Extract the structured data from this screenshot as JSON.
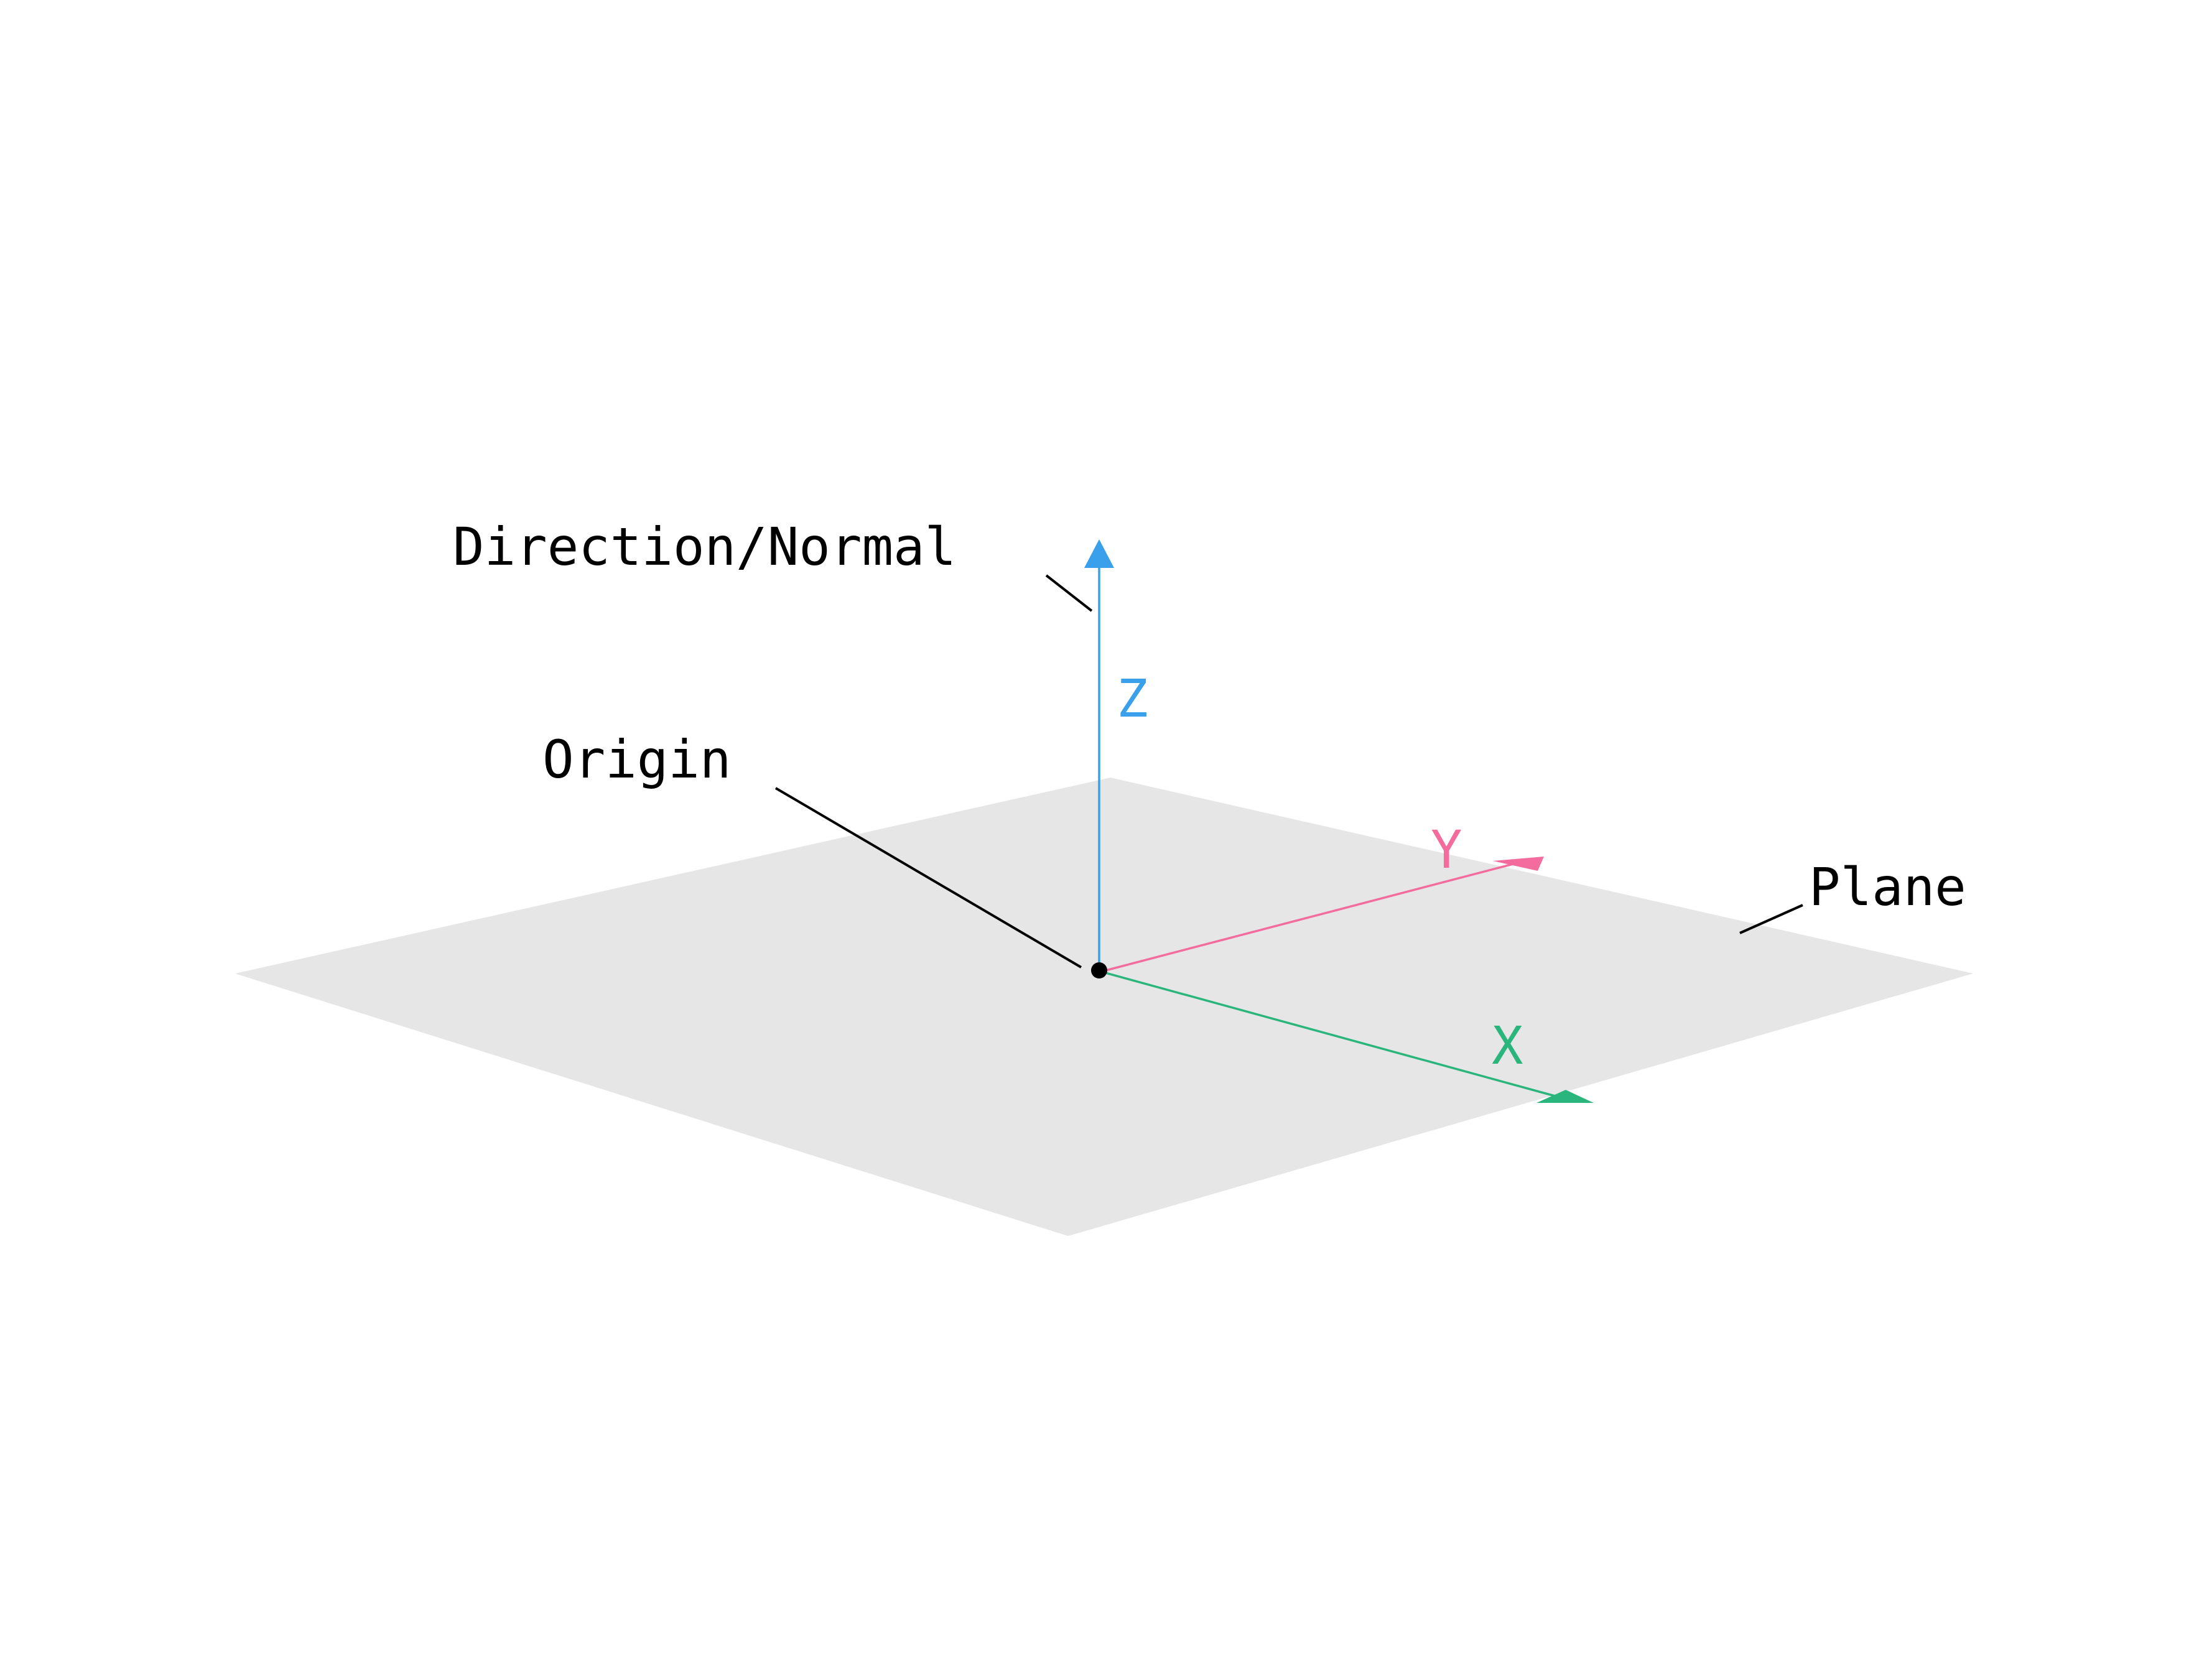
{
  "labels": {
    "direction_normal": "Direction/Normal",
    "origin": "Origin",
    "plane": "Plane"
  },
  "axes": {
    "x": {
      "label": "X",
      "color": "#2ab57d"
    },
    "y": {
      "label": "Y",
      "color": "#f36c9d"
    },
    "z": {
      "label": "Z",
      "color": "#3aa0eb"
    }
  },
  "colors": {
    "plane_fill": "#e6e6e6",
    "leader_line": "#000000",
    "origin_point": "#000000",
    "background": "#ffffff"
  }
}
